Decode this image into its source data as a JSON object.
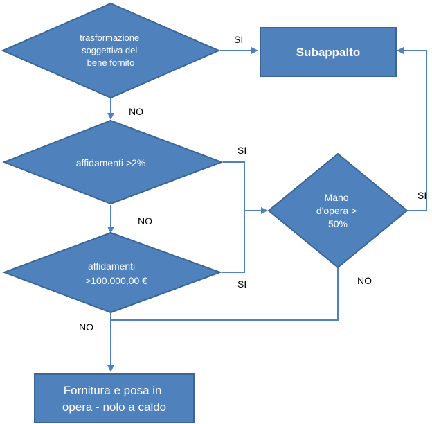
{
  "nodes": {
    "transformation": {
      "lines": [
        "trasformazione",
        "soggettiva del",
        "bene fornito"
      ]
    },
    "threshold_percent": {
      "lines": [
        "affidamenti >2%"
      ]
    },
    "threshold_amount": {
      "lines": [
        "affidamenti",
        ">100.000,00 €"
      ]
    },
    "labour_share": {
      "lines": [
        "Mano",
        "d'opera >",
        "50%"
      ]
    },
    "subcontract": {
      "lines": [
        "Subappalto"
      ]
    },
    "supply_install": {
      "lines": [
        "Fornitura e posa in",
        "opera - nolo a caldo"
      ]
    }
  },
  "edge_labels": {
    "si_top": "SI",
    "no_1": "NO",
    "si_mid": "SI",
    "no_2": "NO",
    "si_right": "SI",
    "si_low": "SI",
    "no_right": "NO",
    "no_bottom": "NO"
  },
  "colors": {
    "fill": "#4f81bd",
    "stroke": "#3a6597",
    "text": "#ffffff"
  }
}
